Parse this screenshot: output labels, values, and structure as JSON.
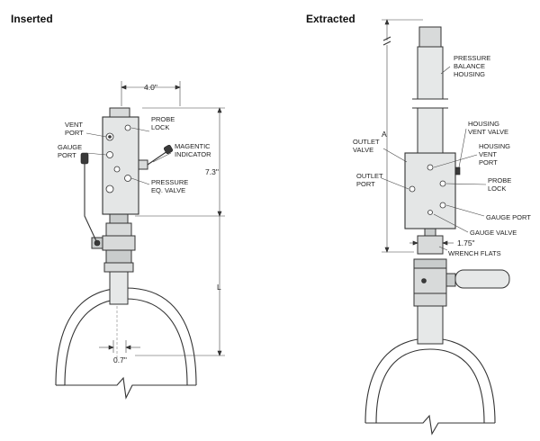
{
  "titles": {
    "inserted": "Inserted",
    "extracted": "Extracted"
  },
  "inserted_labels": {
    "vent_port": [
      "VENT",
      "PORT"
    ],
    "gauge_port": [
      "GAUGE",
      "PORT"
    ],
    "probe_lock": [
      "PROBE",
      "LOCK"
    ],
    "magnetic_indicator": [
      "MAGENTIC",
      "INDICATOR"
    ],
    "pressure_eq_valve": [
      "PRESSURE",
      "EQ. VALVE"
    ]
  },
  "extracted_labels": {
    "pressure_balance_housing": [
      "PRESSURE",
      "BALANCE",
      "HOUSING"
    ],
    "housing_vent_valve": [
      "HOUSING",
      "VENT VALVE"
    ],
    "housing_vent_port": [
      "HOUSING",
      "VENT",
      "PORT"
    ],
    "outlet_valve": [
      "OUTLET",
      "VALVE"
    ],
    "outlet_port": [
      "OUTLET",
      "PORT"
    ],
    "probe_lock": [
      "PROBE",
      "LOCK"
    ],
    "gauge_port": "GAUGE PORT",
    "gauge_valve": "GAUGE VALVE",
    "wrench_flats": "WRENCH FLATS"
  },
  "dimensions": {
    "width_top": "4.0\"",
    "height_block": "7.3\"",
    "length": "L",
    "pipe_offset": "0.7\"",
    "extracted_height": "A",
    "wrench_size": "1.75\""
  }
}
